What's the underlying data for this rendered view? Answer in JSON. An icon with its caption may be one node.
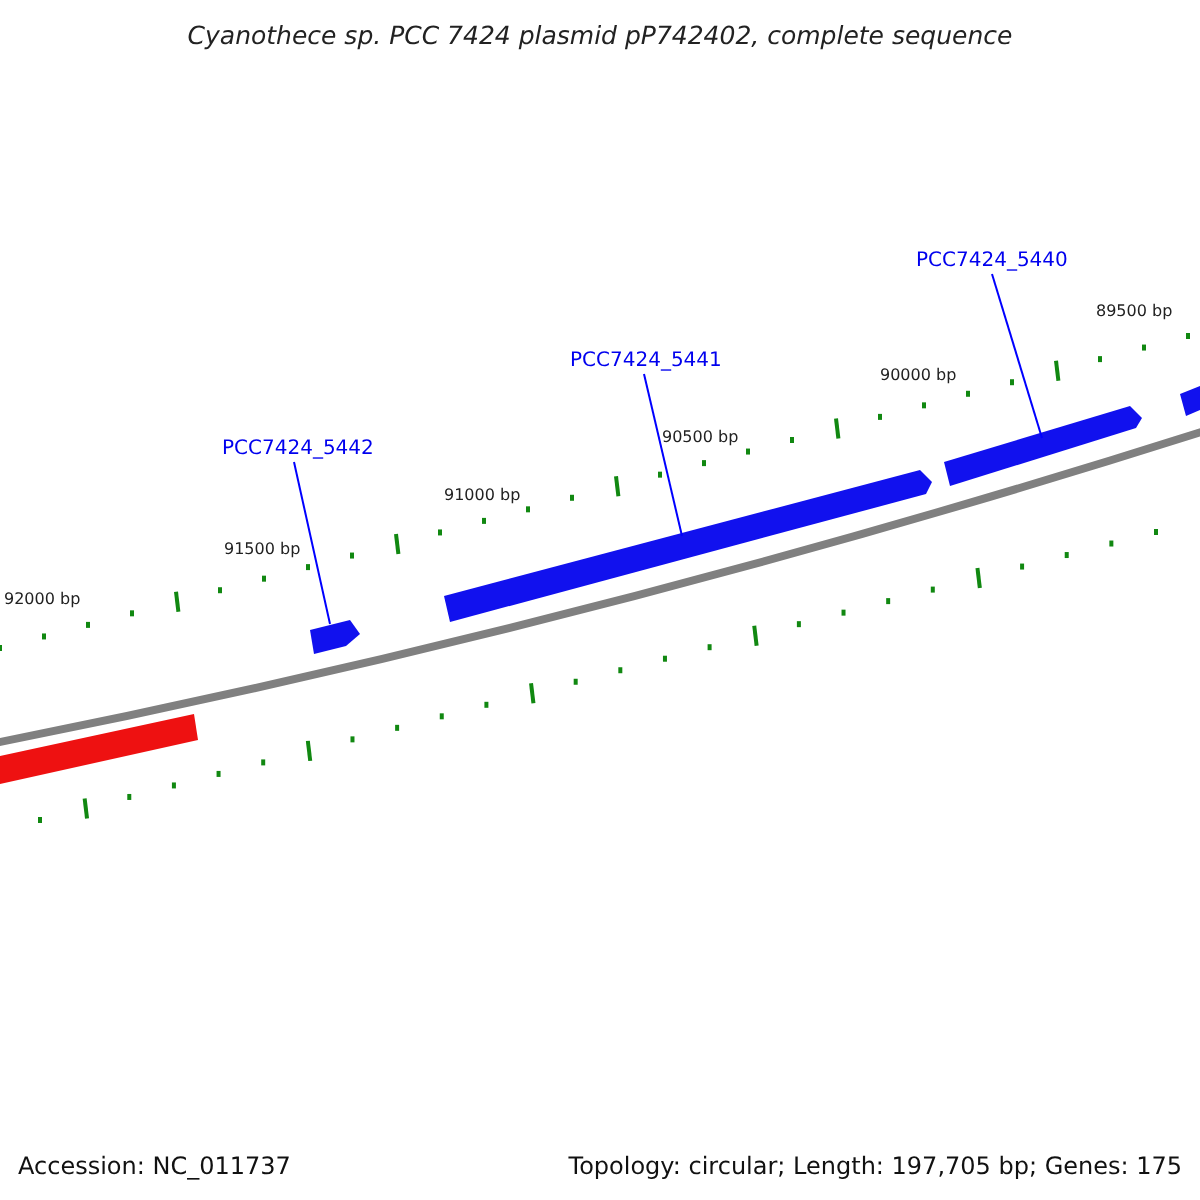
{
  "diagram": {
    "title": "Cyanothece sp. PCC 7424 plasmid pP742402, complete sequence",
    "nodes": [
      {
        "text": [
          "PCC7424_5442"
        ]
      },
      {
        "text": [
          "PCC7424_5441"
        ]
      },
      {
        "text": [
          "PCC7424_5440"
        ]
      },
      {
        "text": [],
        "shape": "bar"
      },
      {
        "text": [],
        "shape": "bar"
      },
      {
        "text": [],
        "shape": "bar"
      }
    ],
    "edges": [
      {
        "from": 0,
        "to": 3,
        "arrow": "none"
      },
      {
        "from": 1,
        "to": 4,
        "arrow": "none"
      },
      {
        "from": 2,
        "to": 5,
        "arrow": "none"
      }
    ],
    "labels": [
      "89500 bp",
      "90000 bp",
      "90500 bp",
      "91000 bp",
      "91500 bp",
      "92000 bp",
      "Accession: NC_011737",
      "Topology: circular; Length: 197,705 bp; Genes: 175"
    ]
  }
}
